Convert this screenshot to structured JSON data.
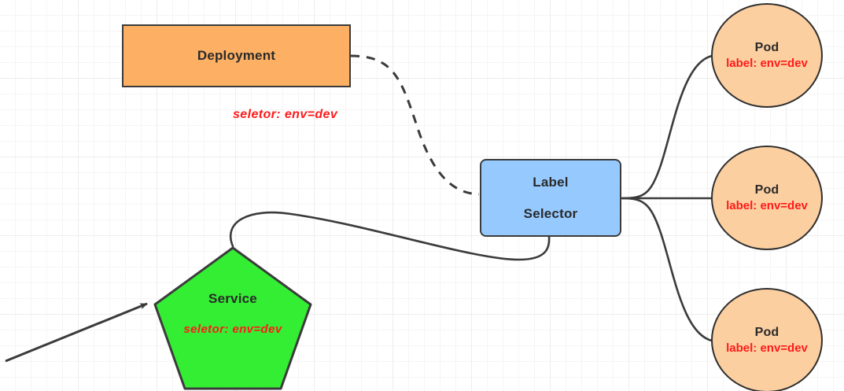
{
  "diagram": {
    "title": "Kubernetes label selector diagram",
    "colors": {
      "deployment_fill": "#fdb064",
      "label_selector_fill": "#96caff",
      "pod_fill": "#fccfa0",
      "service_fill": "#33ee33",
      "stroke": "#3b3b3b",
      "red_text": "#ff1a1a",
      "dark_text": "#2a2a2a",
      "grid_minor": "#f5f5f5",
      "grid_major": "#ededed"
    },
    "nodes": {
      "deployment": {
        "label": "Deployment",
        "shape": "rectangle"
      },
      "label_selector": {
        "line1": "Label",
        "line2": "Selector",
        "shape": "rounded-rectangle"
      },
      "service": {
        "label": "Service",
        "selector": "seletor:  env=dev",
        "shape": "pentagon"
      },
      "pods": [
        {
          "label": "Pod",
          "selector": "label: env=dev"
        },
        {
          "label": "Pod",
          "selector": "label: env=dev"
        },
        {
          "label": "Pod",
          "selector": "label: env=dev"
        }
      ]
    },
    "annotations": {
      "deployment_selector": "seletor:  env=dev"
    },
    "edges": [
      {
        "from": "deployment",
        "to": "label_selector",
        "style": "dashed"
      },
      {
        "from": "service",
        "to": "label_selector",
        "style": "solid"
      },
      {
        "from": "label_selector",
        "to": "pod_1",
        "style": "solid"
      },
      {
        "from": "label_selector",
        "to": "pod_2",
        "style": "solid"
      },
      {
        "from": "label_selector",
        "to": "pod_3",
        "style": "solid"
      },
      {
        "from": "external",
        "to": "service",
        "style": "solid-arrow"
      }
    ]
  }
}
